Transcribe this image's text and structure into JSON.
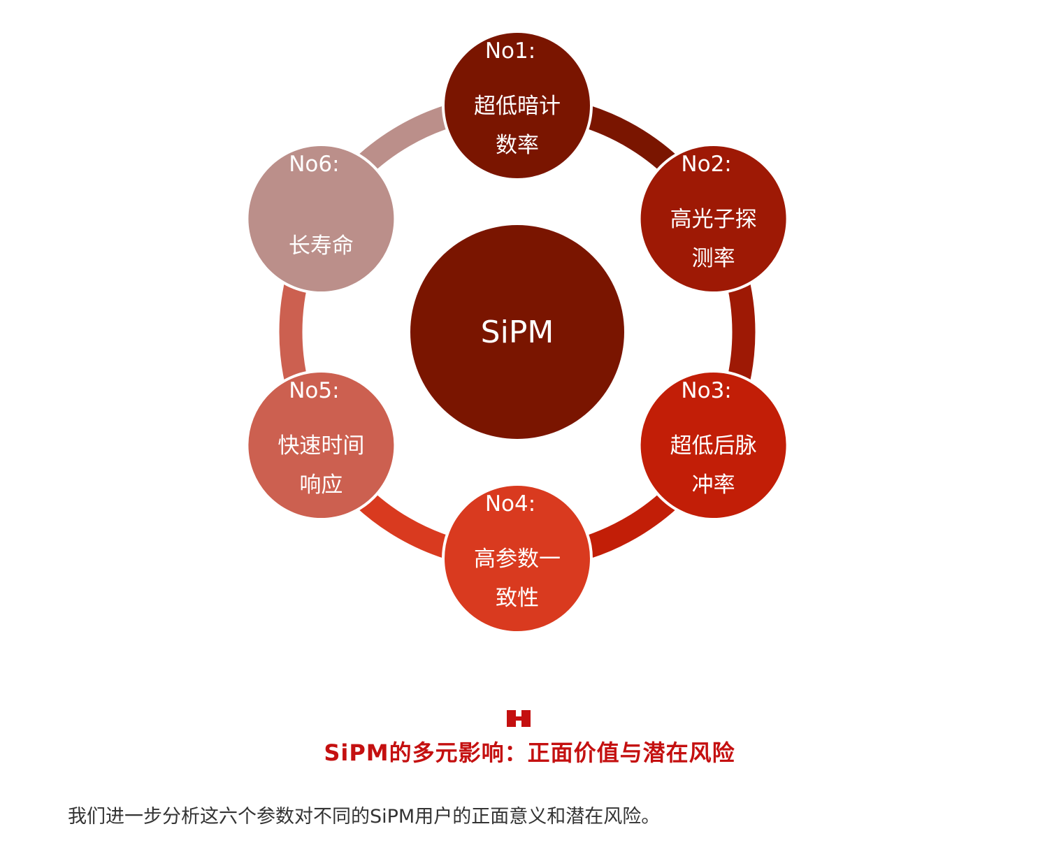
{
  "diagram": {
    "center": {
      "label": "SiPM",
      "color": "#7a1500"
    },
    "nodes": [
      {
        "num": "No1:",
        "lines": [
          "超低暗计",
          "数率"
        ],
        "color": "#7a1500"
      },
      {
        "num": "No2:",
        "lines": [
          "高光子探",
          "测率"
        ],
        "color": "#9e1905"
      },
      {
        "num": "No3:",
        "lines": [
          "超低后脉",
          "冲率"
        ],
        "color": "#c21e07"
      },
      {
        "num": "No4:",
        "lines": [
          "高参数一",
          "致性"
        ],
        "color": "#d93a1f"
      },
      {
        "num": "No5:",
        "lines": [
          "快速时间",
          "响应"
        ],
        "color": "#cc6050"
      },
      {
        "num": "No6:",
        "lines": [
          "长寿命"
        ],
        "color": "#bb8f8a"
      }
    ]
  },
  "section": {
    "icon": "h-block-icon",
    "accent": "#c41010",
    "title": "SiPM的多元影响：正面价值与潜在风险"
  },
  "body": {
    "paragraph": "我们进一步分析这六个参数对不同的SiPM用户的正面意义和潜在风险。"
  }
}
